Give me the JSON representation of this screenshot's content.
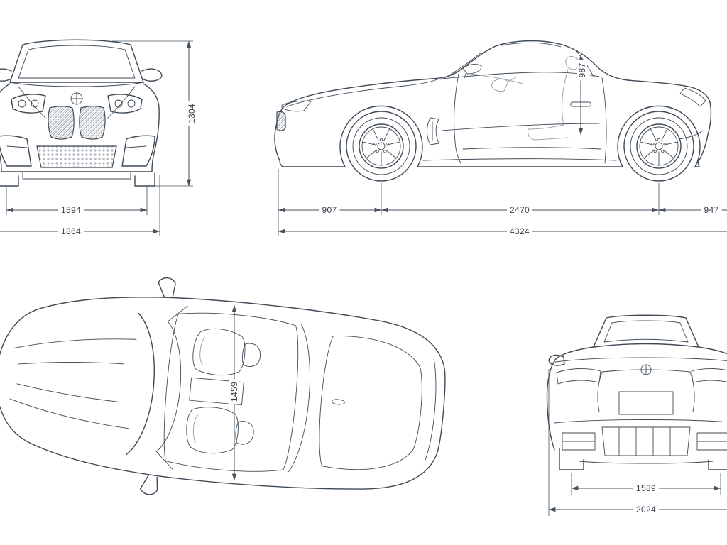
{
  "meta": {
    "description": "Technical dimension blueprint of a BMW Z4 roadster shown in front, side, top and rear orthographic views"
  },
  "colors": {
    "background": "#ffffff",
    "line": "#3f4a56",
    "dimension_line": "#46515d",
    "label_text": "#39424d",
    "light_detail": "#9aa4af"
  },
  "views": {
    "front": {
      "dimensions": {
        "height": "1304",
        "track_width": "1594",
        "overall_width": "1864"
      }
    },
    "side": {
      "dimensions": {
        "headroom": "987",
        "front_overhang": "907",
        "wheelbase": "2470",
        "rear_overhang": "947",
        "overall_length": "4324"
      }
    },
    "top": {
      "dimensions": {
        "interior_width": "1459"
      }
    },
    "rear": {
      "dimensions": {
        "rear_track": "1589",
        "width_incl_mirrors": "2024"
      }
    }
  }
}
